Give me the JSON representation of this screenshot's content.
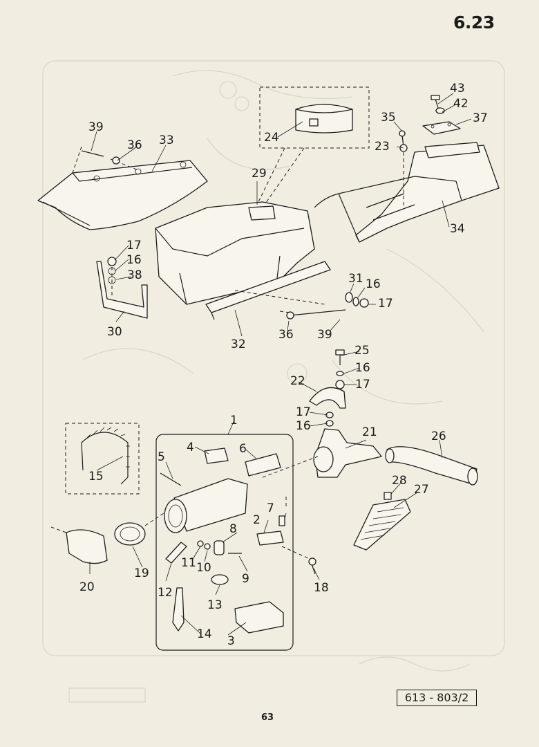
{
  "header": {
    "section": "6.23"
  },
  "footer": {
    "page_number": "63",
    "reference_code": "613 - 803/2"
  },
  "callouts": {
    "c1": "1",
    "c2": "2",
    "c3": "3",
    "c4": "4",
    "c5": "5",
    "c6": "6",
    "c7": "7",
    "c8": "8",
    "c9": "9",
    "c10": "10",
    "c11": "11",
    "c12": "12",
    "c13": "13",
    "c14": "14",
    "c15": "15",
    "c16a": "16",
    "c16b": "16",
    "c16c": "16",
    "c16d": "16",
    "c17a": "17",
    "c17b": "17",
    "c17c": "17",
    "c17d": "17",
    "c18": "18",
    "c19": "19",
    "c20": "20",
    "c21": "21",
    "c22": "22",
    "c23": "23",
    "c24": "24",
    "c25": "25",
    "c26": "26",
    "c27": "27",
    "c28": "28",
    "c29": "29",
    "c30": "30",
    "c31": "31",
    "c32": "32",
    "c33": "33",
    "c34": "34",
    "c35": "35",
    "c36a": "36",
    "c36b": "36",
    "c37": "37",
    "c38": "38",
    "c39a": "39",
    "c39b": "39",
    "c42": "42",
    "c43": "43"
  }
}
